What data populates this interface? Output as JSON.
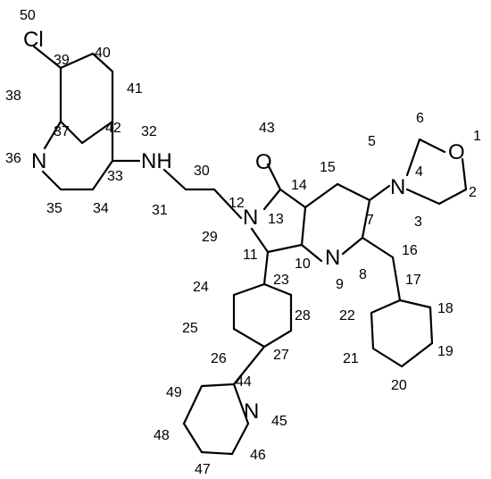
{
  "diagram": {
    "atom_symbols": [
      "Cl",
      "N",
      "NH",
      "O",
      "N",
      "N",
      "O",
      "N",
      "N"
    ],
    "locants": [
      "1",
      "2",
      "3",
      "4",
      "5",
      "6",
      "7",
      "8",
      "9",
      "10",
      "11",
      "12",
      "13",
      "14",
      "15",
      "16",
      "17",
      "18",
      "19",
      "20",
      "21",
      "22",
      "23",
      "24",
      "25",
      "26",
      "27",
      "28",
      "29",
      "30",
      "31",
      "32",
      "33",
      "34",
      "35",
      "36",
      "37",
      "38",
      "39",
      "40",
      "41",
      "42",
      "43",
      "44",
      "45",
      "46",
      "47",
      "48",
      "49",
      "50"
    ]
  }
}
